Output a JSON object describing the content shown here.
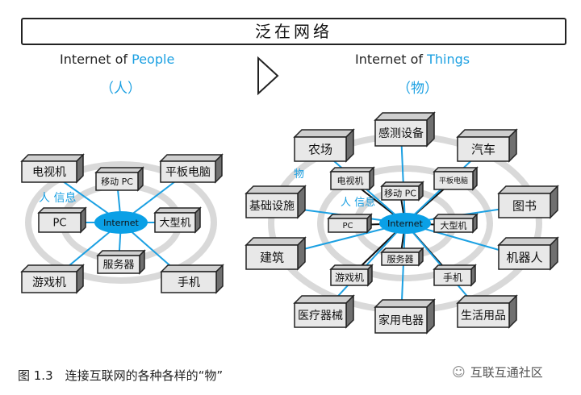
{
  "title": "泛在网络",
  "left": {
    "heading_prefix": "Internet of ",
    "heading_accent": "People",
    "subtitle": "（人）",
    "hub": "Internet",
    "info_label": "人 信息",
    "devices": [
      "电视机",
      "移动 PC",
      "平板电脑",
      "PC",
      "大型机",
      "服务器",
      "游戏机",
      "手机"
    ]
  },
  "right": {
    "heading_prefix": "Internet of ",
    "heading_accent": "Things",
    "subtitle": "（物）",
    "hub": "Internet",
    "info_label": "人 信息",
    "things_label": "物",
    "people_devices": [
      "电视机",
      "平板电脑",
      "移动 PC",
      "PC",
      "大型机",
      "服务器",
      "游戏机",
      "手机"
    ],
    "things": [
      "感测设备",
      "农场",
      "汽车",
      "基础设施",
      "图书",
      "建筑",
      "机器人",
      "医疗器械",
      "家用电器",
      "生活用品"
    ]
  },
  "caption": "图 1.3　连接互联网的各种各样的“物”",
  "watermark": "互联互通社区",
  "colors": {
    "accent": "#1ba0e2",
    "hub": "#0aa0e6",
    "ring": "#d9d9d9",
    "box_front": "#e8e8e8",
    "box_side": "#707070"
  }
}
